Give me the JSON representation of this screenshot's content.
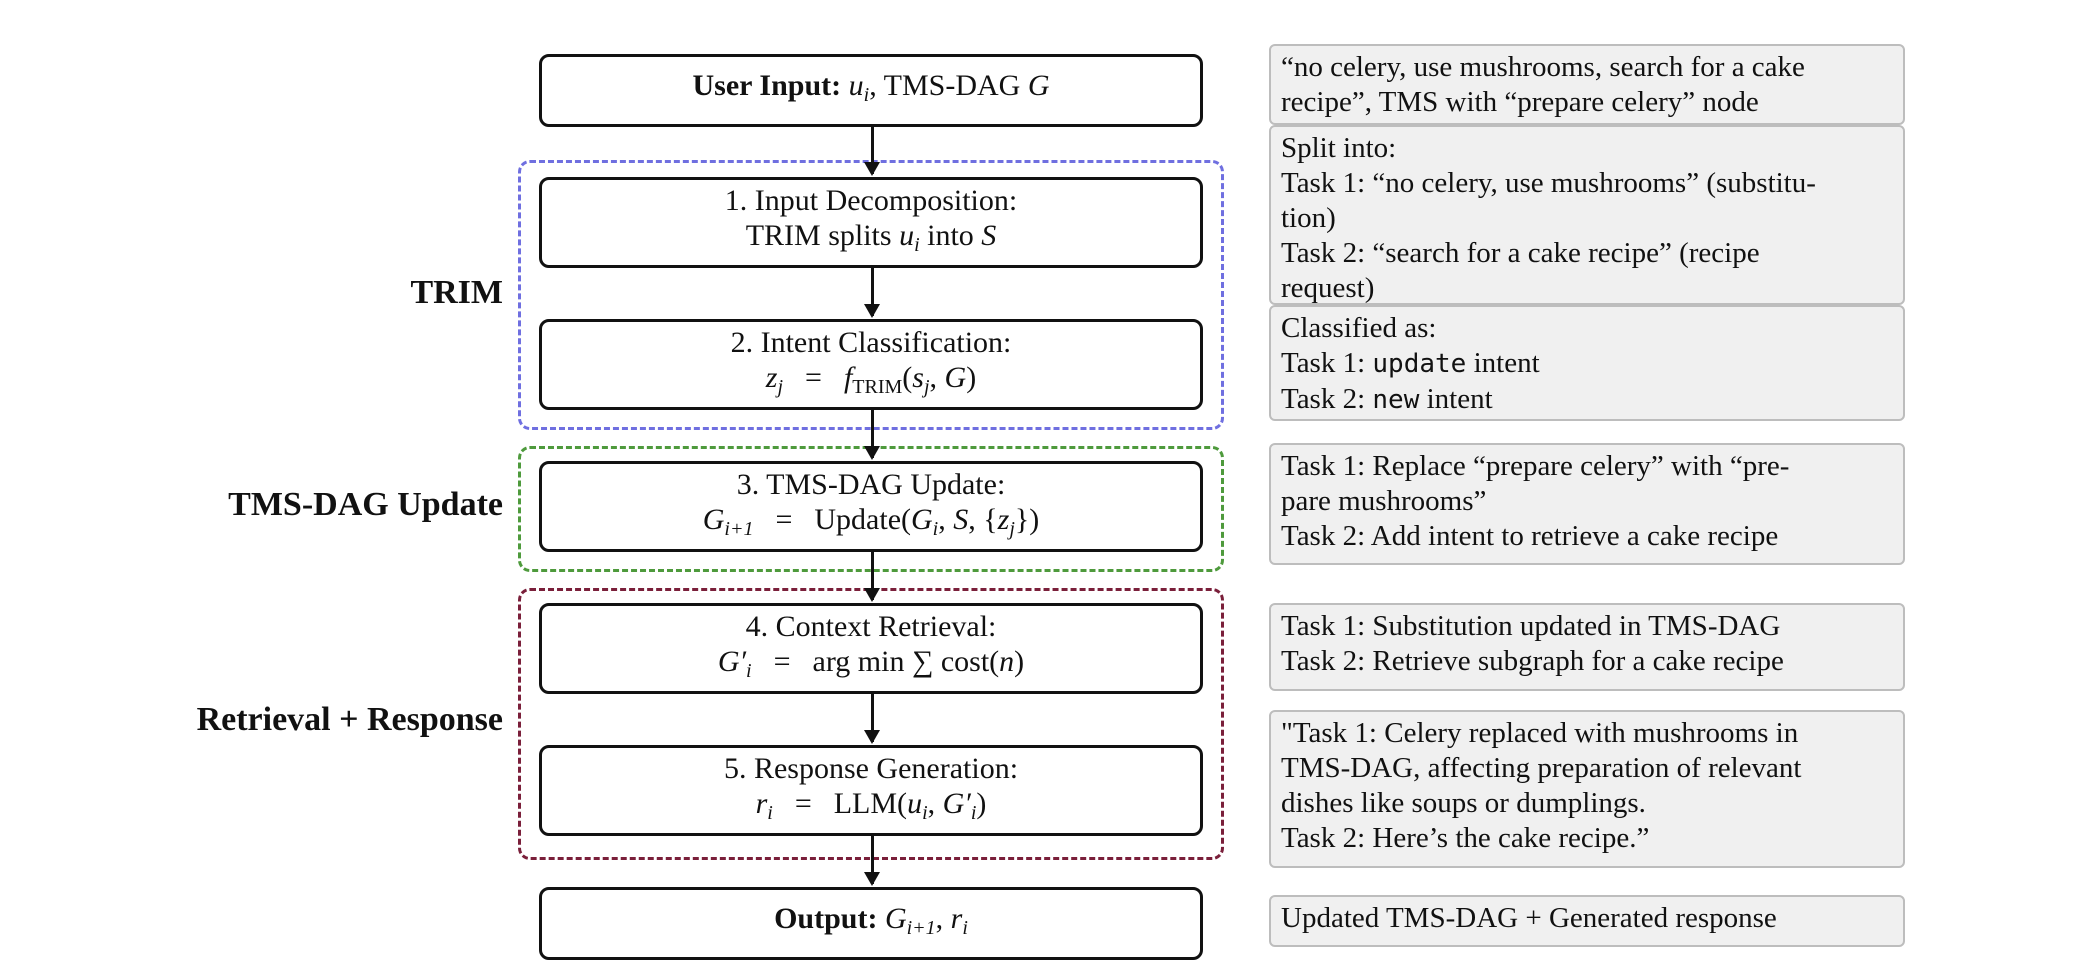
{
  "groups": {
    "trim": "TRIM",
    "tms": "TMS-DAG Update",
    "retrieval": "Retrieval + Response"
  },
  "input_box": {
    "label": "User Input:",
    "u": "u",
    "u_sub": "i",
    "mid": ", TMS-DAG ",
    "G": "G"
  },
  "steps": {
    "s1": {
      "title": "1. Input Decomposition:",
      "text1": "TRIM splits ",
      "u": "u",
      "u_sub": "i",
      "text2": " into ",
      "S": "S"
    },
    "s2": {
      "title": "2. Intent Classification:",
      "lhs": "z",
      "lhs_sub": "j",
      "eq": "=",
      "f": "f",
      "f_sub": "TRIM",
      "args_open": "(",
      "s": "s",
      "s_sub": "j",
      "args_mid": ", ",
      "G": "G",
      "args_close": ")"
    },
    "s3": {
      "title": "3. TMS-DAG Update:",
      "lhs": "G",
      "lhs_sub": "i+1",
      "eq": "=",
      "fn": "Update(",
      "G": "G",
      "G_sub": "i",
      "mid": ", ",
      "S": "S",
      "set": ", {",
      "z": "z",
      "z_sub": "j",
      "close": "})"
    },
    "s4": {
      "title": "4. Context Retrieval:",
      "lhs": "G′",
      "lhs_sub": "i",
      "eq": "=",
      "op": "arg min ∑ cost(",
      "n": "n",
      "close": ")"
    },
    "s5": {
      "title": "5. Response Generation:",
      "lhs": "r",
      "lhs_sub": "i",
      "eq": "=",
      "fn": "LLM(",
      "u": "u",
      "u_sub": "i",
      "mid": ", ",
      "G": "G′",
      "G_sub": "i",
      "close": ")"
    }
  },
  "output_box": {
    "label": "Output:",
    "G": "G",
    "G_sub": "i+1",
    "mid": ", ",
    "r": "r",
    "r_sub": "i"
  },
  "notes": {
    "input": [
      "“no celery, use mushrooms, search for a cake",
      "recipe”, TMS with “prepare celery” node"
    ],
    "decomp": [
      "Split into:",
      "Task 1: “no celery, use mushrooms” (substitu-",
      "tion)",
      "Task 2: “search for a cake recipe” (recipe",
      "request)"
    ],
    "classify": {
      "head": "Classified as:",
      "t1_prefix": "Task 1: ",
      "t1_code": "update",
      "t1_suffix": " intent",
      "t2_prefix": "Task 2: ",
      "t2_code": "new",
      "t2_suffix": " intent"
    },
    "update": [
      "Task 1: Replace “prepare celery” with “pre-",
      "pare mushrooms”",
      "Task 2: Add intent to retrieve a cake recipe"
    ],
    "retrieval": [
      "Task 1: Substitution updated in TMS-DAG",
      "Task 2: Retrieve subgraph for a cake recipe"
    ],
    "response": [
      "\"Task 1: Celery replaced with mushrooms in",
      "TMS-DAG, affecting preparation of relevant",
      "dishes like soups or dumplings.",
      "Task 2: Here’s the cake recipe.”"
    ],
    "output": [
      "Updated TMS-DAG + Generated response"
    ]
  },
  "colors": {
    "trim_border": "#6f6fe0",
    "tms_border": "#4e9a3c",
    "retrieval_border": "#7a1f3a",
    "note_bg": "#f0f0f0"
  }
}
